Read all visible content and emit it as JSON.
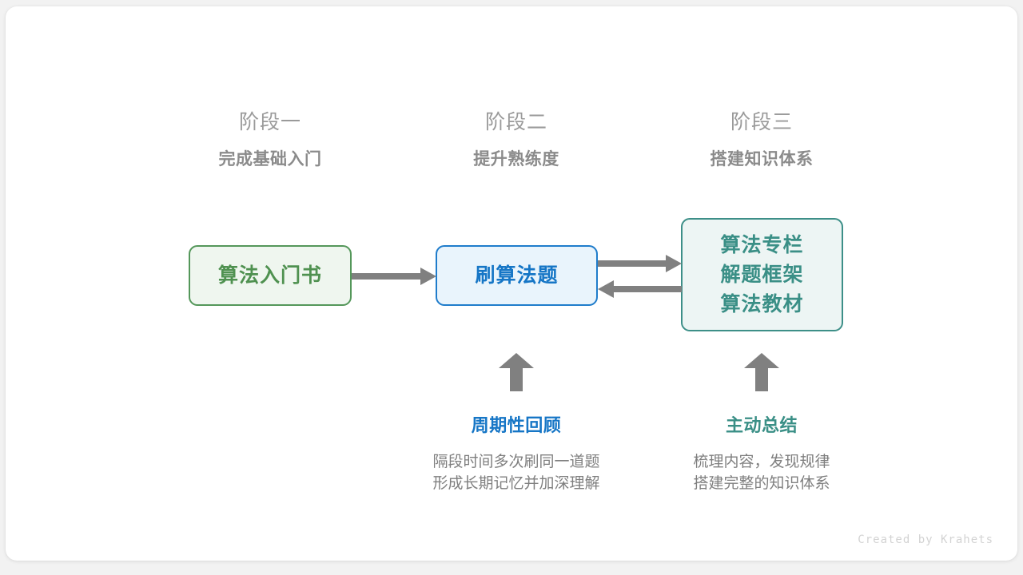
{
  "canvas": {
    "background": "#f2f2f2",
    "card_background": "#ffffff"
  },
  "phases": [
    {
      "title": "阶段一",
      "subtitle": "完成基础入门"
    },
    {
      "title": "阶段二",
      "subtitle": "提升熟练度"
    },
    {
      "title": "阶段三",
      "subtitle": "搭建知识体系"
    }
  ],
  "nodes": {
    "book": {
      "lines": [
        "算法入门书"
      ],
      "color": "#4f9150",
      "border": "#54975a",
      "fill": "#eff6ef"
    },
    "practice": {
      "lines": [
        "刷算法题"
      ],
      "color": "#1676c6",
      "border": "#1f7ccb",
      "fill": "#e9f4fc"
    },
    "resources": {
      "lines": [
        "算法专栏",
        "解题框架",
        "算法教材"
      ],
      "color": "#3a8f86",
      "border": "#3d8f88",
      "fill": "#edf5f4"
    }
  },
  "annotations": [
    {
      "title": "周期性回顾",
      "color": "#1676c6",
      "desc_lines": [
        "隔段时间多次刷同一道题",
        "形成长期记忆并加深理解"
      ]
    },
    {
      "title": "主动总结",
      "color": "#3a8f86",
      "desc_lines": [
        "梳理内容，发现规律",
        "搭建完整的知识体系"
      ]
    }
  ],
  "arrows": {
    "color": "#808080",
    "book_to_practice": "right",
    "practice_to_resources": "right",
    "resources_to_practice": "left",
    "review_up": "up",
    "summary_up": "up"
  },
  "watermark": "Created by Krahets"
}
